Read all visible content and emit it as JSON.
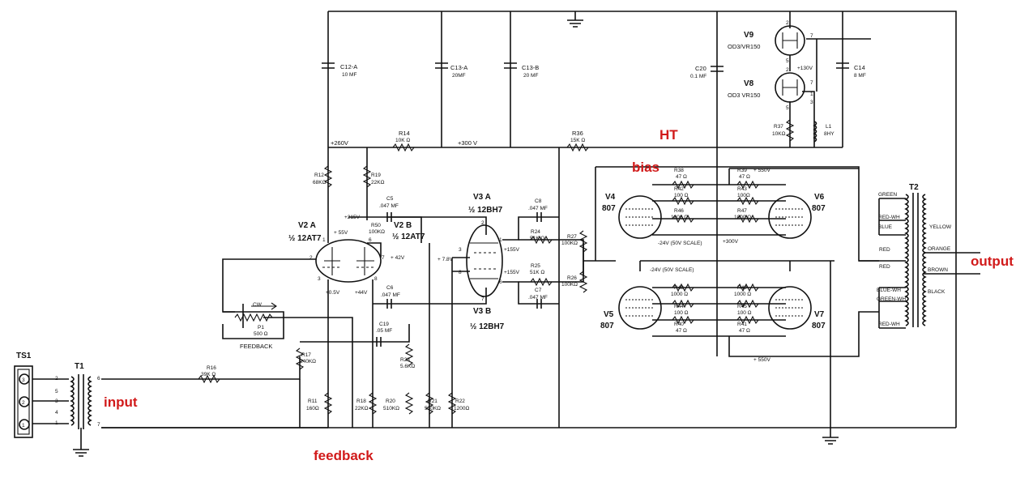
{
  "annotations": {
    "ht": "HT",
    "bias": "bias",
    "input": "input",
    "output": "output",
    "feedback": "feedback"
  },
  "labels": {
    "c12a_name": "C12-A",
    "c12a_value": "10 MF",
    "c13a_name": "C13-A",
    "c13a_value": "20MF",
    "c13b_name": "C13-B",
    "c13b_value": "20 MF",
    "c20_name": "C20",
    "c20_value": "0.1 MF",
    "c14_name": "C14",
    "c14_value": "8 MF",
    "v9_name": "V9",
    "v9_type": "OD3/VR150",
    "v8_name": "V8",
    "v8_type": "OD3 VR150",
    "v130": "+130V",
    "r37_name": "R37",
    "r37_value": "10KΩ",
    "l1_name": "L1",
    "l1_value": "8HY",
    "r14_name": "R14",
    "r14_value": "10K Ω",
    "r36_name": "R36",
    "r36_value": "15K Ω",
    "v260": "+260V",
    "v300": "+300 V",
    "r12_name": "R12",
    "r12_value": "68KΩ",
    "r19_name": "R19",
    "r19_value": "22KΩ",
    "c5_name": "C5",
    "c5_value": ".047 MF",
    "v215": "+215V",
    "r50_name": "R50",
    "r50_value": "100KΩ",
    "v2a_name": "V2 A",
    "v2a_type": "½ 12AT7",
    "v2b_name": "V2 B",
    "v2b_type": "½ 12AT7",
    "v55": "+ 55V",
    "v42": "+ 42V",
    "v05": "+0.5V",
    "v44": "+44V",
    "c6_name": "C6",
    "c6_value": ".047 MF",
    "v3a_name": "V3 A",
    "v3a_type": "½ 12BH7",
    "v3b_name": "V3 B",
    "v3b_type": "½ 12BH7",
    "v78": "+ 7.8V",
    "c8_name": "C8",
    "c8_value": ".047 MF",
    "c7_name": "C7",
    "c7_value": ".047 MF",
    "r24_name": "R24",
    "r24_value": "51K Ω",
    "r25_name": "R25",
    "r25_value": "51K Ω",
    "v155a": "+155V",
    "v155b": "+155V",
    "r27_name": "R27",
    "r27_value": "100KΩ",
    "r26_name": "R26",
    "r26_value": "100KΩ",
    "r38_name": "R38",
    "r38_value": "47 Ω",
    "r39_name": "R39",
    "r39_value": "47 Ω",
    "r42_name": "R42",
    "r42_value": "100 Ω",
    "r43_name": "R43",
    "r43_value": "100Ω",
    "r46_name": "R46",
    "r46_value": "1000 Ω",
    "r47_name": "R47",
    "r47_value": "1000 Ω",
    "r48_name": "R48",
    "r48_value": "1000 Ω",
    "r49_name": "R49",
    "r49_value": "1000 Ω",
    "r44_name": "R44",
    "r44_value": "100 Ω",
    "r45_name": "R45",
    "r45_value": "100 Ω",
    "r40_name": "R40",
    "r40_value": "47 Ω",
    "r41_name": "R41",
    "r41_value": "47 Ω",
    "v550a": "+ 550V",
    "v550b": "+ 550V",
    "bias_scale_a": "-24V (50V SCALE)",
    "bias_scale_b": "-24V (50V SCALE)",
    "v300b": "+300V",
    "v4_name": "V4",
    "v4_type": "807",
    "v5_name": "V5",
    "v5_type": "807",
    "v6_name": "V6",
    "v6_type": "807",
    "v7_name": "V7",
    "v7_type": "807",
    "t2_name": "T2",
    "t2_green": "GREEN",
    "t2_redwh": "RED-WH",
    "t2_blue": "BLUE",
    "t2_yellow": "YELLOW",
    "t2_red1": "RED",
    "t2_red2": "RED",
    "t2_orange": "ORANGE",
    "t2_brown": "BROWN",
    "t2_bluewh": "BLUE-WH",
    "t2_black": "BLACK",
    "t2_greenwh": "GREEN-WH",
    "t2_redwh2": "RED-WH",
    "p1_name": "P1",
    "p1_value": "500 Ω",
    "cw": "CW",
    "feedback_label": "FEEDBACK",
    "c19_name": "C19",
    "c19_value": ".05 MF",
    "r23_name": "R23",
    "r23_value": "5.6KΩ",
    "r17_name": "R17",
    "r17_value": "240KΩ",
    "r16_name": "R16",
    "r16_value": "39K Ω",
    "r11_name": "R11",
    "r11_value": "160Ω",
    "r18_name": "R18",
    "r18_value": "22KΩ",
    "r20_name": "R20",
    "r20_value": "510KΩ",
    "r21_name": "R21",
    "r21_value": "510KΩ",
    "r22_name": "R22",
    "r22_value": "1200Ω",
    "ts1_name": "TS1",
    "t1_name": "T1",
    "ts1_pin3": "3",
    "ts1_pin2": "2",
    "ts1_pin1": "1",
    "t1_p2": "2",
    "t1_p5": "5",
    "t1_p3": "3",
    "t1_p4": "4",
    "t1_p1": "1",
    "t1_s6": "6",
    "t1_s7": "7",
    "pin_v9_2": "2",
    "pin_v9_7": "7",
    "pin_v9_5": "5",
    "pin_v8_2": "2",
    "pin_v8_7": "7",
    "pin_v8_5": "5",
    "pin_v8_1": "1",
    "pin_v8_3": "3",
    "pin_v2_1": "1",
    "pin_v2_2": "2",
    "pin_v2_3": "3",
    "pin_v2_6": "6",
    "pin_v2_7": "7",
    "pin_v2_8": "8",
    "pin_v3_2": "2",
    "pin_v3_3": "3",
    "pin_v3_1": "1",
    "pin_v3_6": "6",
    "pin_v3_8": "8",
    "pin_v3_7": "7"
  },
  "colors": {
    "ink": "#111111",
    "annotation": "#d11a1a"
  }
}
